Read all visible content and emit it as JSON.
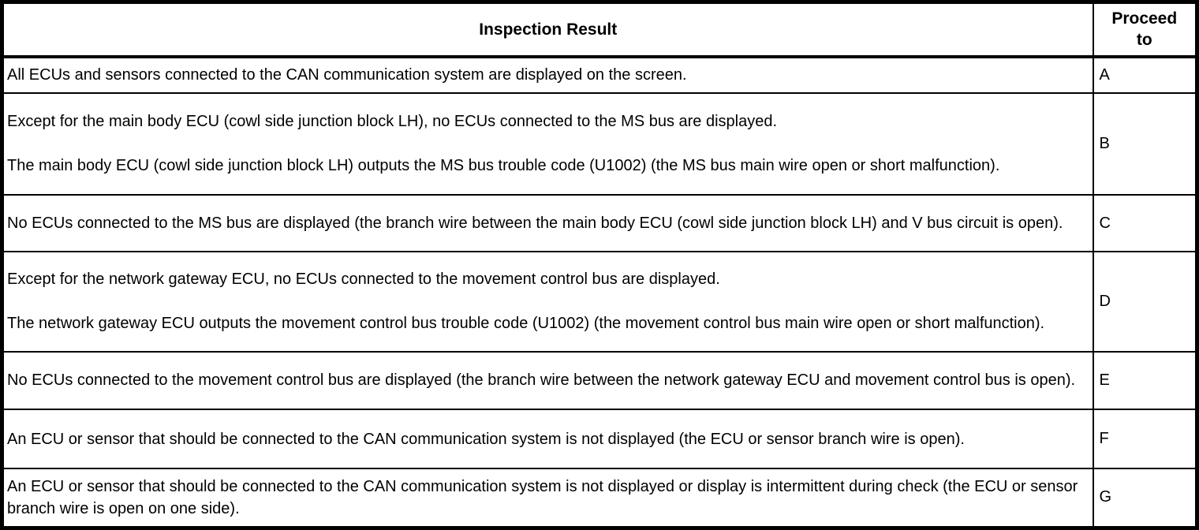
{
  "table": {
    "header": {
      "inspection_result": "Inspection Result",
      "proceed_to": "Proceed\nto"
    },
    "rows": [
      {
        "result": "All ECUs and sensors connected to the CAN communication system are displayed on the screen.",
        "proceed": "A"
      },
      {
        "result": "Except for the main body ECU (cowl side junction block LH), no ECUs connected to the MS bus are displayed.\n\nThe main body ECU (cowl side junction block LH) outputs the MS bus trouble code (U1002) (the MS bus main wire open or short malfunction).",
        "proceed": "B"
      },
      {
        "result": "No ECUs connected to the MS bus are displayed (the branch wire between the main body ECU (cowl side junction block LH) and V bus circuit is open).",
        "proceed": "C"
      },
      {
        "result": "Except for the network gateway ECU, no ECUs connected to the movement control bus are displayed.\n\nThe network gateway ECU outputs the movement control bus trouble code (U1002) (the movement control bus main wire open or short malfunction).",
        "proceed": "D"
      },
      {
        "result": "No ECUs connected to the movement control bus are displayed (the branch wire between the network gateway ECU and movement control bus is open).",
        "proceed": "E"
      },
      {
        "result": "An ECU or sensor that should be connected to the CAN communication system is not displayed (the ECU or sensor branch wire is open).",
        "proceed": "F"
      },
      {
        "result": "An ECU or sensor that should be connected to the CAN communication system is not displayed or display is intermittent during check (the ECU or sensor branch wire is open on one side).",
        "proceed": "G"
      }
    ],
    "colors": {
      "border": "#000000",
      "text": "#000000",
      "background": "#ffffff"
    }
  }
}
